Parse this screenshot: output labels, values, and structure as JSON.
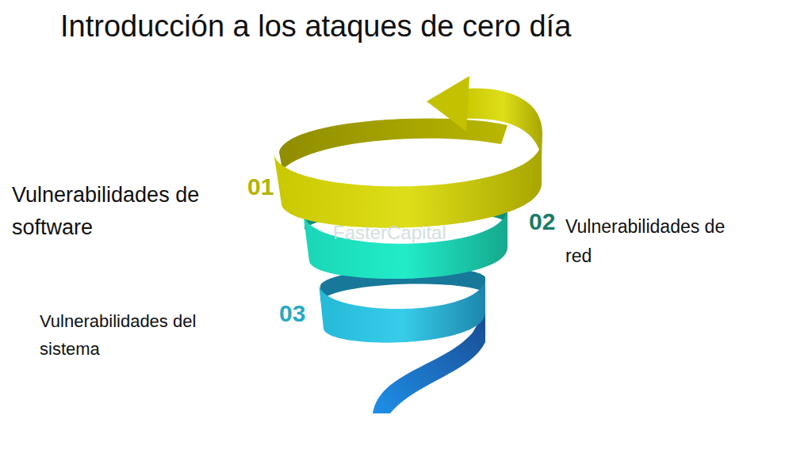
{
  "diagram": {
    "title": "Introducción a los ataques de cero día",
    "labels": [
      "01",
      "Vulnerabilidades de software",
      "02",
      "Vulnerabilidades de red",
      "03",
      "Vulnerabilidades del sistema",
      "FasterCapital"
    ]
  }
}
